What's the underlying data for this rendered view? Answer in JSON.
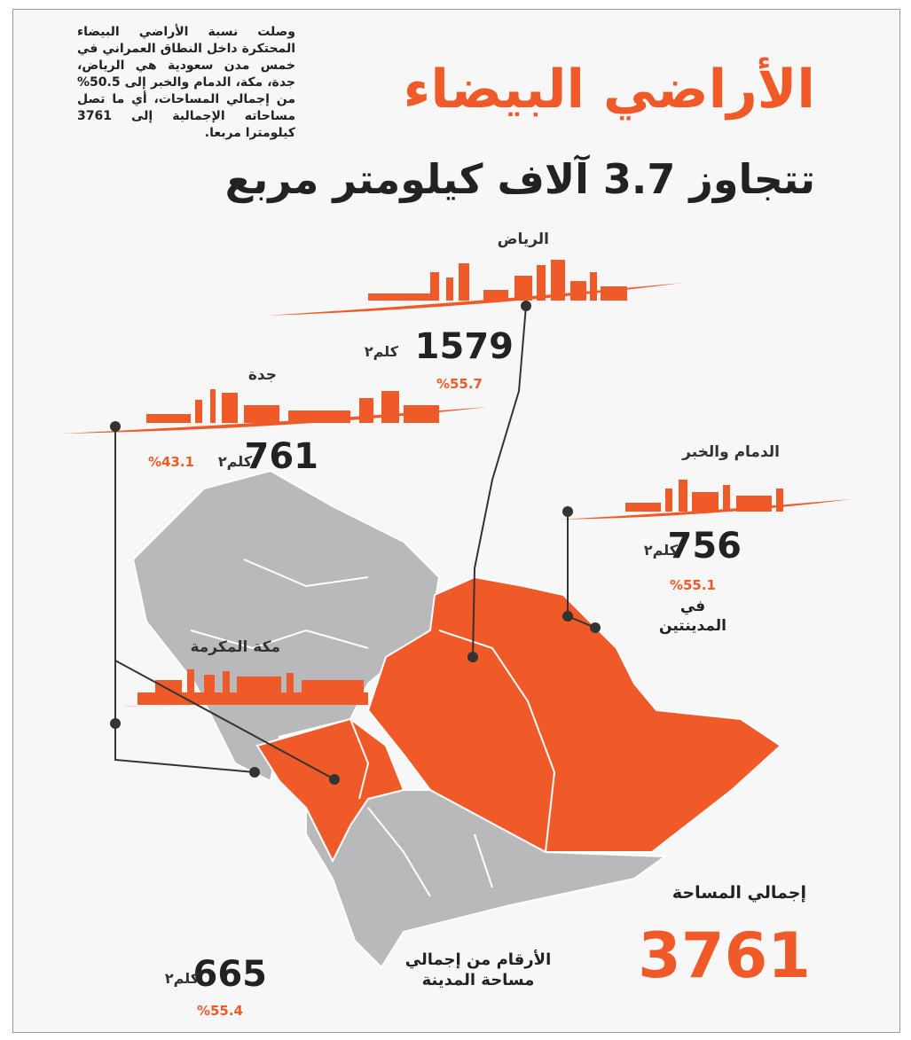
{
  "header": {
    "title": "الأراضي البيضاء",
    "subtitle": "تتجاوز 3.7 آلاف كيلومتر مربع",
    "intro": "وصلت نسبة الأراضي البيضاء المحتكرة داخل النطاق العمراني في خمس مدن سعودية هي الرياض، جدة، مكة، الدمام والخبر إلى 50.5% من إجمالي المساحات، أي ما تصل مساحاته الإجمالية إلى 3761 كيلومترا مربعا."
  },
  "cities": {
    "riyadh": {
      "name": "الرياض",
      "area": "1579",
      "unit": "كلم٢",
      "percent": "%55.7"
    },
    "jeddah": {
      "name": "جدة",
      "area": "761",
      "unit": "كلم٢",
      "percent": "%43.1"
    },
    "dammam": {
      "name": "الدمام والخبر",
      "area": "756",
      "unit": "كلم٢",
      "percent": "%55.1",
      "note": "في المدينتين"
    },
    "makkah": {
      "name": "مكة المكرمة",
      "area": "665",
      "unit": "كلم٢",
      "percent": "%55.4"
    }
  },
  "total": {
    "label": "إجمالي المساحة",
    "value": "3761"
  },
  "footnote": "الأرقام من إجمالي مساحة المدينة",
  "colors": {
    "accent": "#f05a28",
    "map_gray": "#b9b9bb",
    "text": "#222222"
  }
}
